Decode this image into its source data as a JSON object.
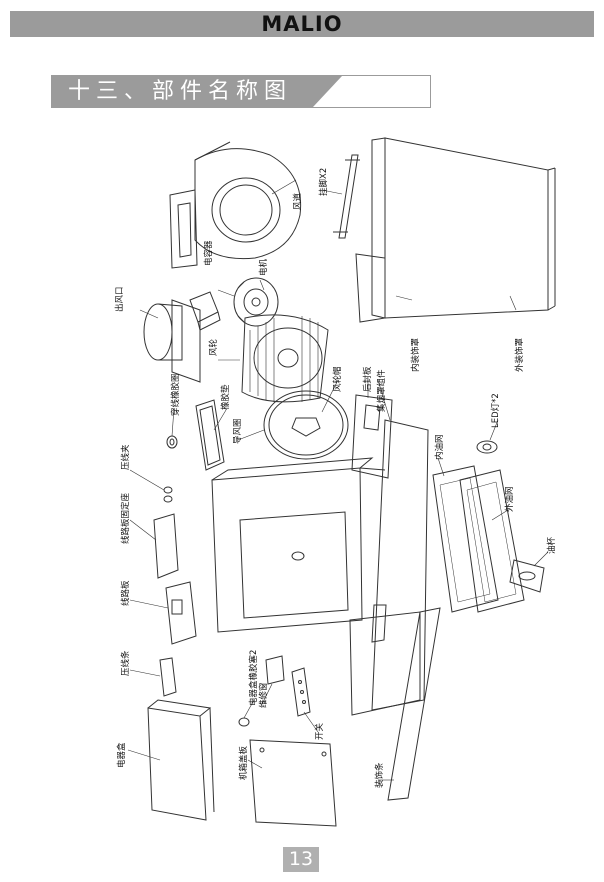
{
  "header": {
    "brand": "MALIO"
  },
  "section": {
    "title": "十三、部件名称图"
  },
  "parts": {
    "wind_duct": "风道",
    "hook_x2": "挂脚X2",
    "capacitor": "电容器",
    "motor": "电机",
    "outlet": "出风口",
    "outer_cover": "外装饰罩",
    "inner_cover": "内装饰罩",
    "impeller": "风轮",
    "impeller_cap": "风轮帽",
    "rear_plate": "后封板",
    "fume_hood": "集烟罩组件",
    "wire_grommet": "穿线橡胶圈",
    "rubber_pad": "橡胶垫",
    "inlet_ring": "导风圈",
    "led": "LED灯*2",
    "wire_clip": "压线夹",
    "inner_filter": "内油网",
    "pcb_holder": "线路板固定座",
    "outer_filter": "外油网",
    "oil_cup": "油杯",
    "pcb": "线路板",
    "wire_strip": "压线条",
    "box_grommet": "电器盒橡胶塞2",
    "service_window": "维修窗",
    "electrical_box": "电器盒",
    "switch": "开关",
    "cabinet_cover": "机箱盖板",
    "trim_strip": "装饰条"
  },
  "footer": {
    "page_number": "13"
  }
}
